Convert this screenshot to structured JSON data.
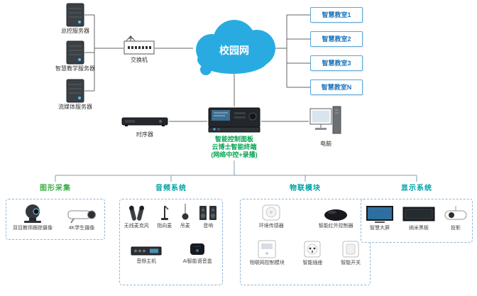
{
  "network": {
    "servers": [
      {
        "label": "总控服务器"
      },
      {
        "label": "智慧教学服务器"
      },
      {
        "label": "流媒体服务器"
      }
    ],
    "switch_label": "交换机",
    "cloud_label": "校园网",
    "classrooms": [
      "智慧教室1",
      "智慧教室2",
      "智慧教室3",
      "智慧教室N"
    ]
  },
  "center": {
    "sequencer_label": "时序器",
    "computer_label": "电脑",
    "controller_line1": "智能控制面板",
    "controller_line2": "云博士智能终端",
    "controller_line3": "(网络中控+录播)"
  },
  "groups": {
    "capture": {
      "title": "图形采集",
      "items": [
        {
          "label": "双目教师跟踪摄像"
        },
        {
          "label": "4K学生摄像"
        }
      ]
    },
    "audio": {
      "title": "音频系统",
      "row1": [
        {
          "label": "无线麦克风"
        },
        {
          "label": "指向麦"
        },
        {
          "label": "吊麦"
        },
        {
          "label": "音响"
        }
      ],
      "row2": [
        {
          "label": "音频主机"
        },
        {
          "label": "Ai智能语音盒"
        }
      ]
    },
    "iot": {
      "title": "物联模块",
      "row1": [
        {
          "label": "环境传感器"
        },
        {
          "label": "智能红外控制器"
        }
      ],
      "row2": [
        {
          "label": "物联网控制模块"
        },
        {
          "label": "智能插座"
        },
        {
          "label": "智能开关"
        }
      ]
    },
    "display": {
      "title": "显示系统",
      "items": [
        {
          "label": "智慧大屏"
        },
        {
          "label": "纳米黑板"
        },
        {
          "label": "投影"
        }
      ]
    }
  },
  "colors": {
    "cloud": "#29abe2",
    "classroom_text": "#1c75bc",
    "group_title_teal": "#00a0a5",
    "capture_title_green": "#3fae49",
    "controller_text": "#00a651"
  }
}
